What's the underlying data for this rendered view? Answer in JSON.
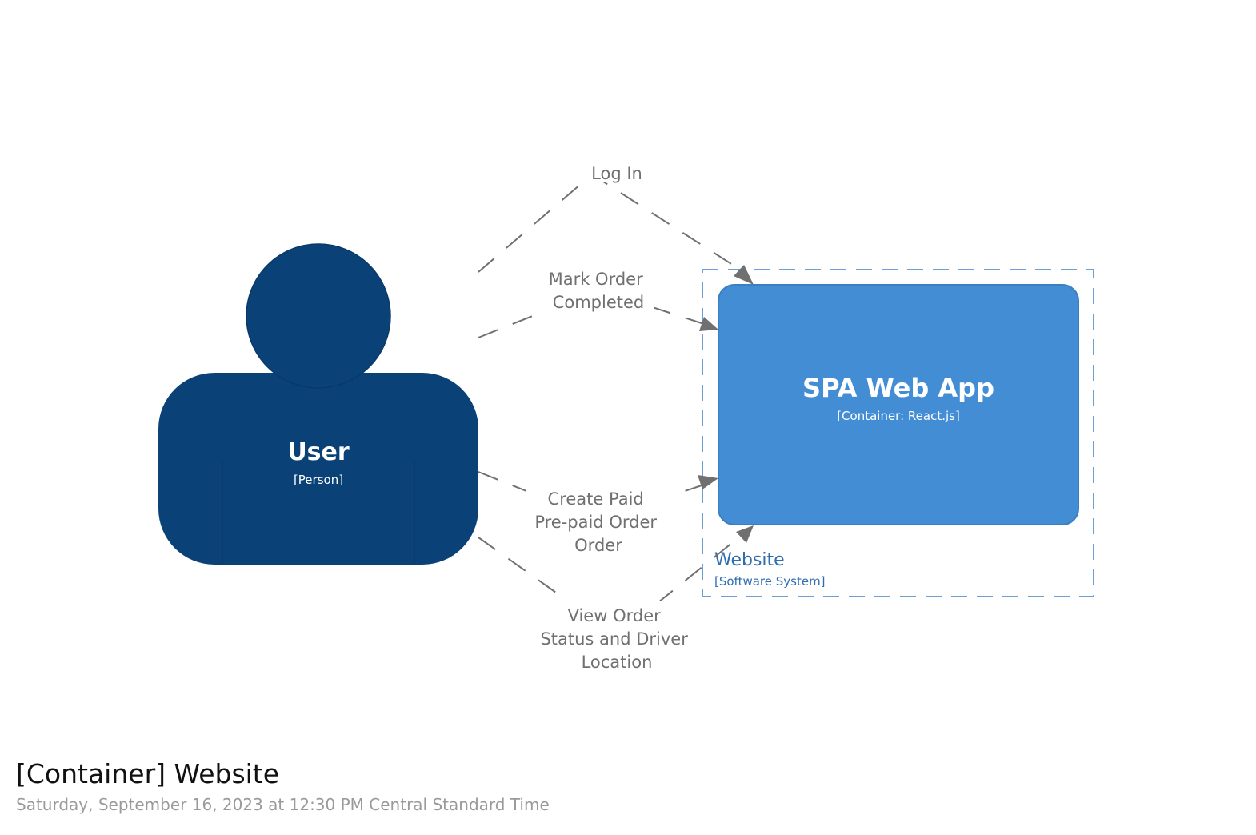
{
  "diagram": {
    "person": {
      "name": "User",
      "type": "[Person]"
    },
    "container": {
      "name": "SPA Web App",
      "type": "[Container: React.js]"
    },
    "boundary": {
      "name": "Website",
      "type": "[Software System]"
    },
    "relationships": [
      {
        "label": [
          "Log In"
        ]
      },
      {
        "label": [
          "Mark Order",
          "Completed"
        ]
      },
      {
        "label": [
          "Create Paid",
          "Pre-paid Order",
          "Order"
        ]
      },
      {
        "label": [
          "View Order",
          "Status and Driver",
          "Location"
        ]
      }
    ]
  },
  "colors": {
    "person": "#0a4277",
    "container": "#438dd5",
    "container_border": "#3c7fc0",
    "boundary": "#6f9fd2",
    "boundary_text": "#2f6db3",
    "edge": "#707070"
  },
  "footer": {
    "title": "[Container] Website",
    "timestamp": "Saturday, September 16, 2023 at 12:30 PM Central Standard Time"
  }
}
